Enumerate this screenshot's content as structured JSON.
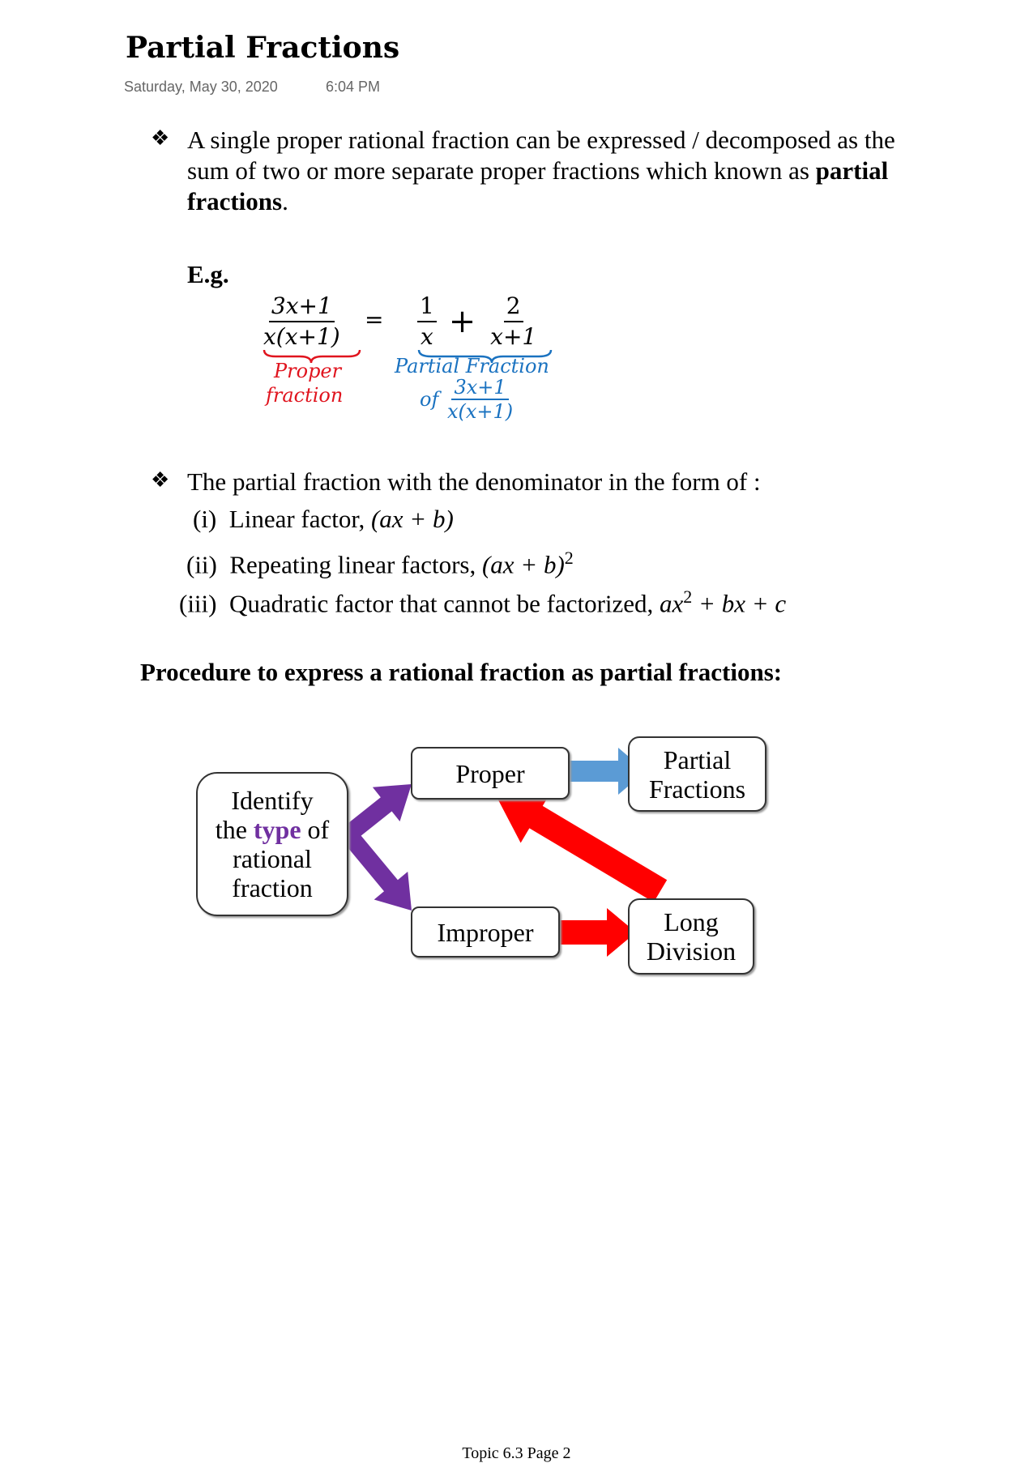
{
  "header": {
    "title": "Partial Fractions",
    "date": "Saturday, May 30, 2020",
    "time": "6:04 PM"
  },
  "bullet1": {
    "text_before": "A single proper rational fraction can be expressed / decomposed as the sum of two or more separate proper fractions which known as ",
    "bold": "partial fractions",
    "text_after": "."
  },
  "example": {
    "label": "E.g.",
    "lhs_num": "3x+1",
    "lhs_den": "x(x+1)",
    "equals": "=",
    "t1_num": "1",
    "t1_den": "x",
    "plus": "+",
    "t2_num": "2",
    "t2_den": "x+1",
    "proper_line1": "Proper",
    "proper_line2": "fraction",
    "partial_label": "Partial Fraction",
    "of": "of",
    "of_num": "3x+1",
    "of_den": "x(x+1)"
  },
  "bullet2": {
    "intro": "The partial fraction with the denominator in the form of :",
    "items": [
      {
        "num": "(i)",
        "text": "Linear factor, ",
        "math": "(ax + b)"
      },
      {
        "num": "(ii)",
        "text": "Repeating linear factors, ",
        "math": "(ax + b)",
        "sup": "2"
      },
      {
        "num": "(iii)",
        "text": "Quadratic factor that cannot be factorized, ",
        "math": "ax",
        "sup": "2",
        "math2": " + bx + c"
      }
    ]
  },
  "procedure": {
    "heading": "Procedure to express a rational fraction as partial fractions:"
  },
  "diagram": {
    "identify_1": "Identify",
    "identify_2a": "the ",
    "identify_type": "type",
    "identify_2b": " of",
    "identify_3": "rational",
    "identify_4": "fraction",
    "proper": "Proper",
    "improper": "Improper",
    "partial_1": "Partial",
    "partial_2": "Fractions",
    "long_1": "Long",
    "long_2": "Division",
    "colors": {
      "purple": "#7030a0",
      "blue": "#5b9bd5",
      "red": "#ff0000"
    }
  },
  "footer": {
    "page": "Topic 6.3 Page 2"
  }
}
